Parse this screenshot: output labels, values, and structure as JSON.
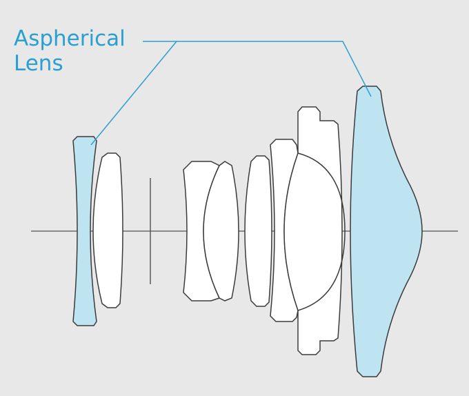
{
  "callout": {
    "line1": "Aspherical",
    "line2": "Lens"
  },
  "colors": {
    "background": "#e8e8e8",
    "aspherical_fill": "#bfe4f1",
    "spherical_fill": "#ffffff",
    "outline": "#3a3a3a",
    "accent": "#2a9fd0",
    "axis": "#6a6a6a"
  },
  "legend": {
    "aspherical_element_count": 2,
    "total_elements": 8
  }
}
